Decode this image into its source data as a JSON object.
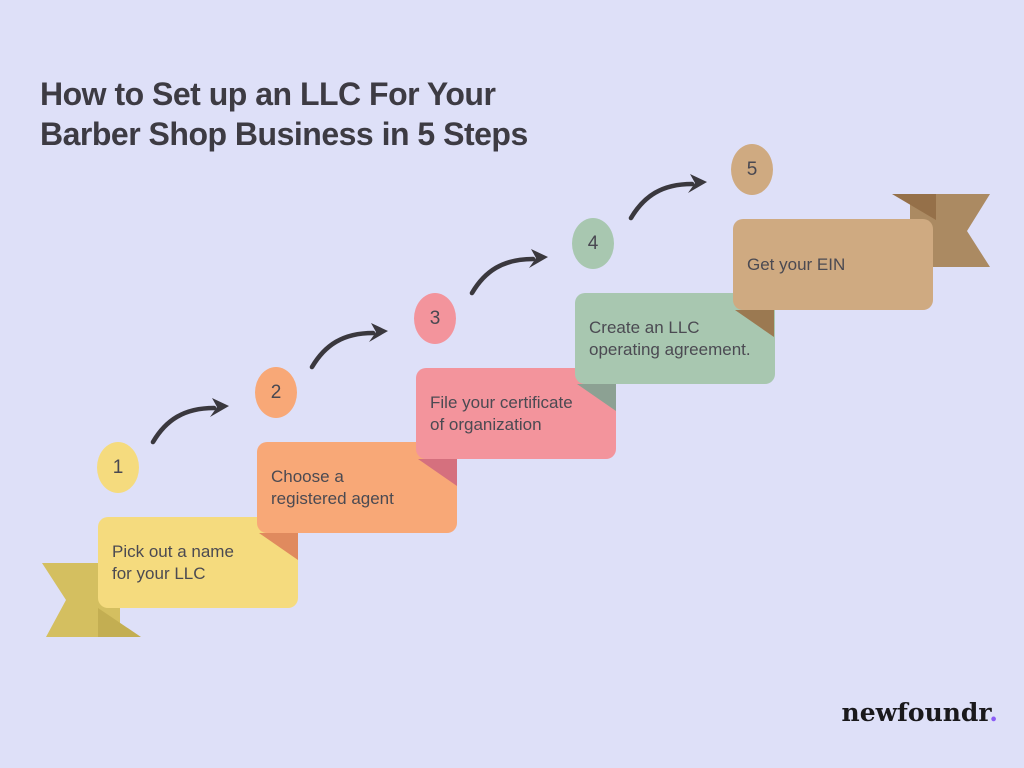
{
  "title": {
    "text": "How to Set up an LLC For Your\nBarber Shop Business in 5 Steps",
    "color": "#3d3b43"
  },
  "steps": [
    {
      "number": "1",
      "text": "Pick out a name\nfor your LLC",
      "color": "#f5db7e",
      "fold_color": "#c3ae52"
    },
    {
      "number": "2",
      "text": "Choose a\nregistered agent",
      "color": "#f8a877",
      "fold_color": "#e08a5e"
    },
    {
      "number": "3",
      "text": "File your certificate\nof organization",
      "color": "#f3949c",
      "fold_color": "#d5707e"
    },
    {
      "number": "4",
      "text": "Create an LLC\noperating agreement.",
      "color": "#a8c7b0",
      "fold_color": "#8ca193"
    },
    {
      "number": "5",
      "text": "Get your EIN",
      "color": "#cfaa81",
      "fold_color": "#9b7951"
    }
  ],
  "ribbons": {
    "left": {
      "color": "#d4bf60",
      "fold_color": "#c3ae52"
    },
    "right": {
      "color": "#ab8a62",
      "fold_color": "#957049"
    }
  },
  "arrows": {
    "count": 4,
    "color": "#3a383e"
  },
  "logo": {
    "name": "newfoundr",
    "dot": ".",
    "dot_color": "#8b5cf6"
  },
  "background_color": "#dee0f8",
  "card_text_color": "#4b4a52"
}
